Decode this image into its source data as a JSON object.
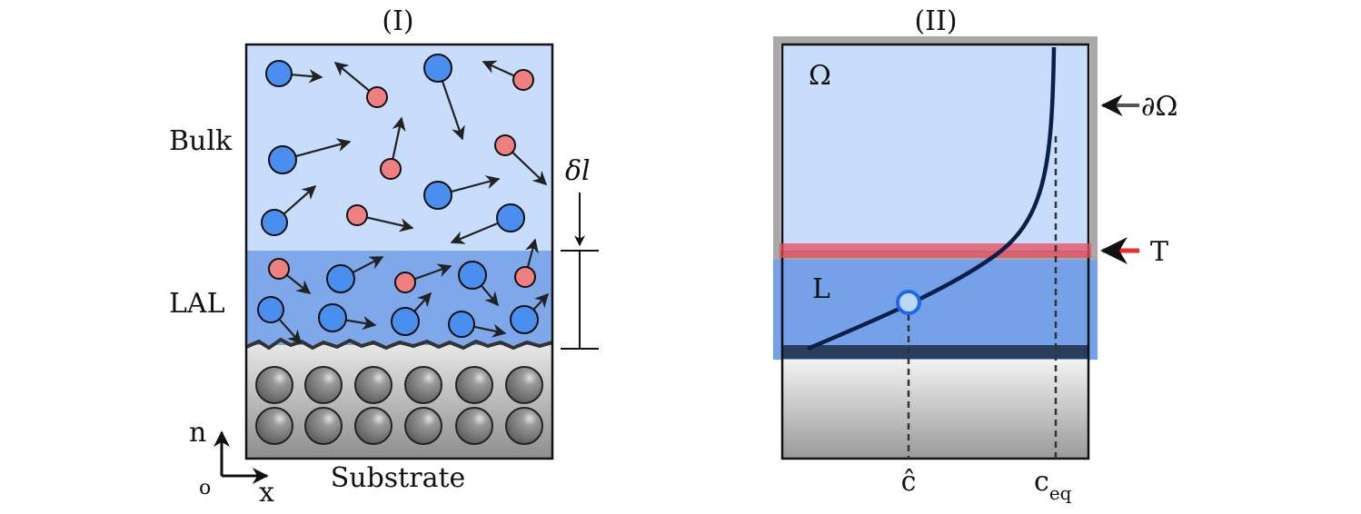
{
  "panel1": {
    "title": "(I)",
    "label_bulk": "Bulk",
    "label_lal": "LAL",
    "label_delta": "δl",
    "label_substrate": "Substrate",
    "axis_n": "n",
    "axis_o": "o",
    "axis_x": "x"
  },
  "panel2": {
    "title": "(II)",
    "label_omega": "Ω",
    "label_boundary": "∂Ω",
    "label_T": "T",
    "label_L": "L",
    "label_chat": "ĉ",
    "label_ceq_base": "c",
    "label_ceq_sub": "eq"
  },
  "colors": {
    "bulk": "#c8ddfb",
    "lal": "#7fa8ea",
    "blue_particle": "#4a8ef0",
    "red_particle": "#f08080",
    "substrate_top": "#d8d8d8",
    "substrate_bottom": "#9a9a9a",
    "curve": "#0a1f4a",
    "T_line": "#ea4b5a",
    "boundary": "#a8a8a8"
  }
}
